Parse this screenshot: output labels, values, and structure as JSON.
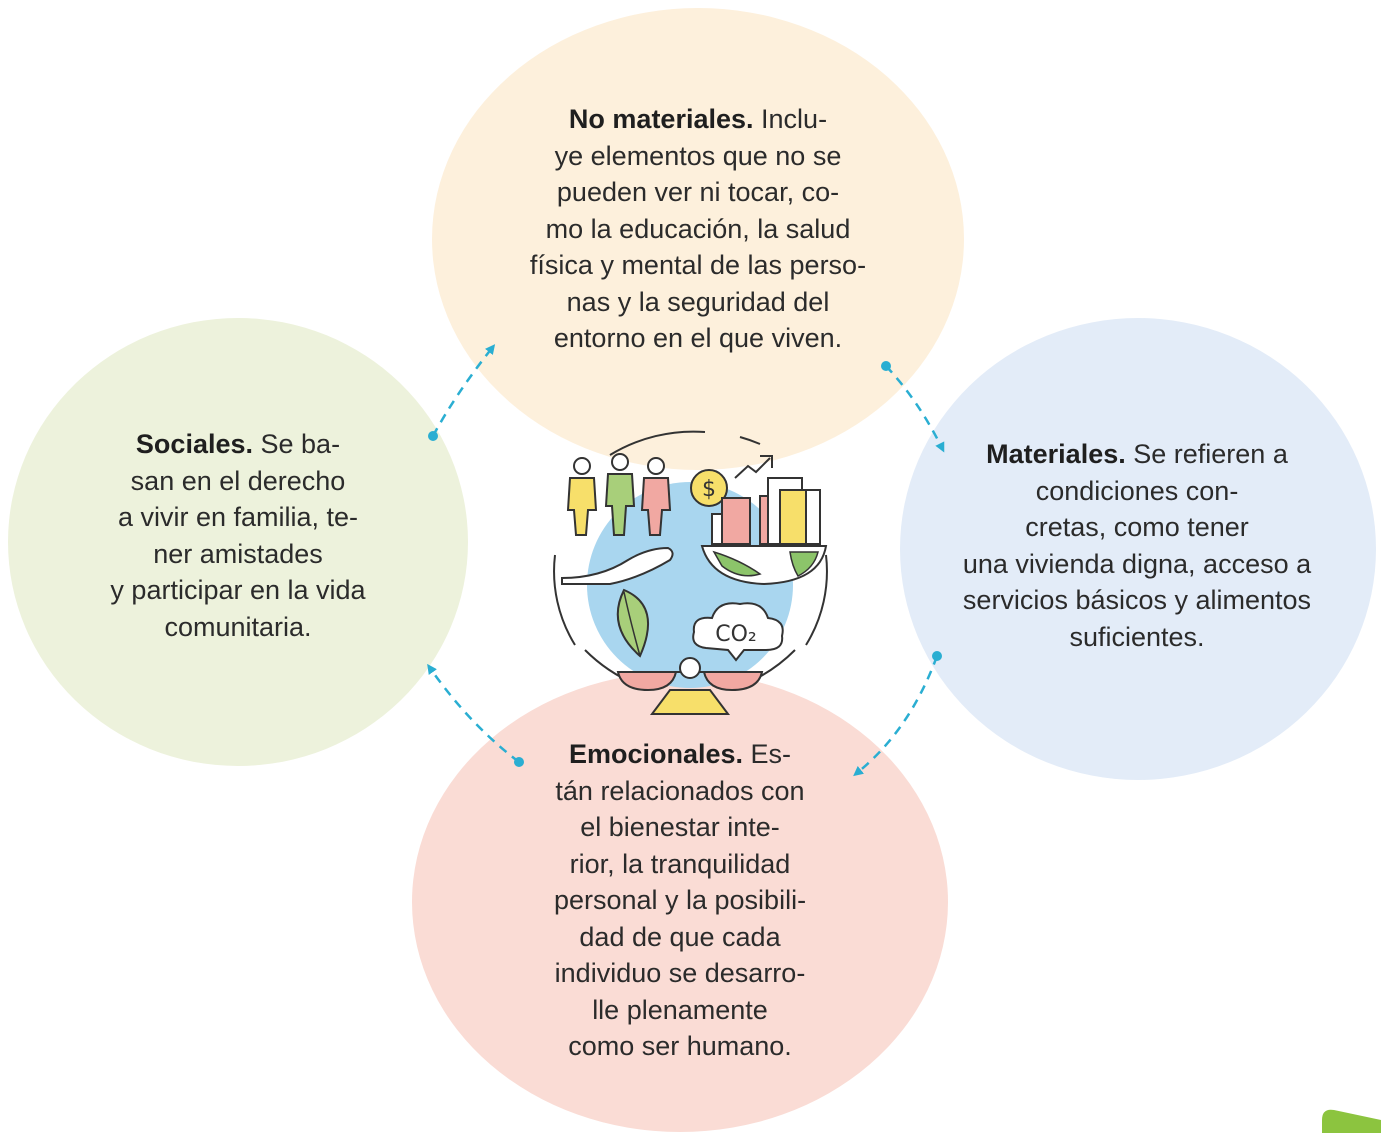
{
  "colors": {
    "top": "#fdf0dc",
    "left": "#edf2dc",
    "right": "#e3ecf8",
    "bottom": "#fadcd5",
    "arrow": "#2aaed2",
    "corner": "#8cc43f"
  },
  "icon": "community-wellbeing-globe-icon",
  "sections": {
    "top": {
      "title": "No materiales.",
      "lines": [
        "Inclu-",
        "ye elementos que no se",
        "pueden ver ni tocar, co-",
        "mo la educación, la salud",
        "física y mental de las perso-",
        "nas y la seguridad del",
        "entorno en el que viven."
      ]
    },
    "left": {
      "title": "Sociales.",
      "lines": [
        "Se ba-",
        "san en el derecho",
        "a vivir en familia, te-",
        "ner amistades",
        "y participar en la vida",
        "comunitaria."
      ]
    },
    "right": {
      "title": "Materiales.",
      "lines": [
        "Se refieren a",
        "condiciones con-",
        "cretas, como tener",
        "una vivienda digna, acceso a",
        "servicios básicos y alimentos",
        "suficientes."
      ]
    },
    "bottom": {
      "title": "Emocionales.",
      "lines": [
        "Es-",
        "tán relacionados con",
        "el bienestar inte-",
        "rior, la tranquilidad",
        "personal y la posibili-",
        "dad de que cada",
        "individuo se desarro-",
        "lle plenamente",
        "como ser humano."
      ]
    }
  }
}
